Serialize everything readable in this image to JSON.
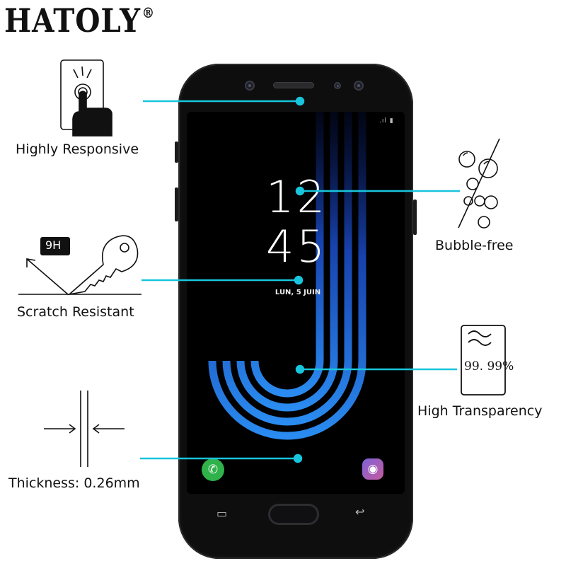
{
  "brand": {
    "name": "HATOLY",
    "mark": "®"
  },
  "features": {
    "highly_responsive": "Highly Responsive",
    "bubble_free": "Bubble-free",
    "scratch_resistant": "Scratch Resistant",
    "hardness_badge": "9H",
    "high_transparency": "High Transparency",
    "transparency_value": "99. 99%",
    "thickness": "Thickness: 0.26mm"
  },
  "lockscreen": {
    "hours": "12",
    "minutes": "45",
    "date": "LUN, 5 JUIN",
    "status": ".ıl ▮"
  },
  "colors": {
    "callout_line": "#18c5dd",
    "wallpaper_blue": "#1e6fd6",
    "phone_body": "#0e0e0f"
  },
  "icons": [
    "touch-hand-icon",
    "key-icon",
    "bubbles-icon",
    "transparency-card-icon",
    "thickness-arrows-icon",
    "phone-call-icon",
    "camera-icon",
    "recent-apps-icon",
    "back-icon"
  ]
}
